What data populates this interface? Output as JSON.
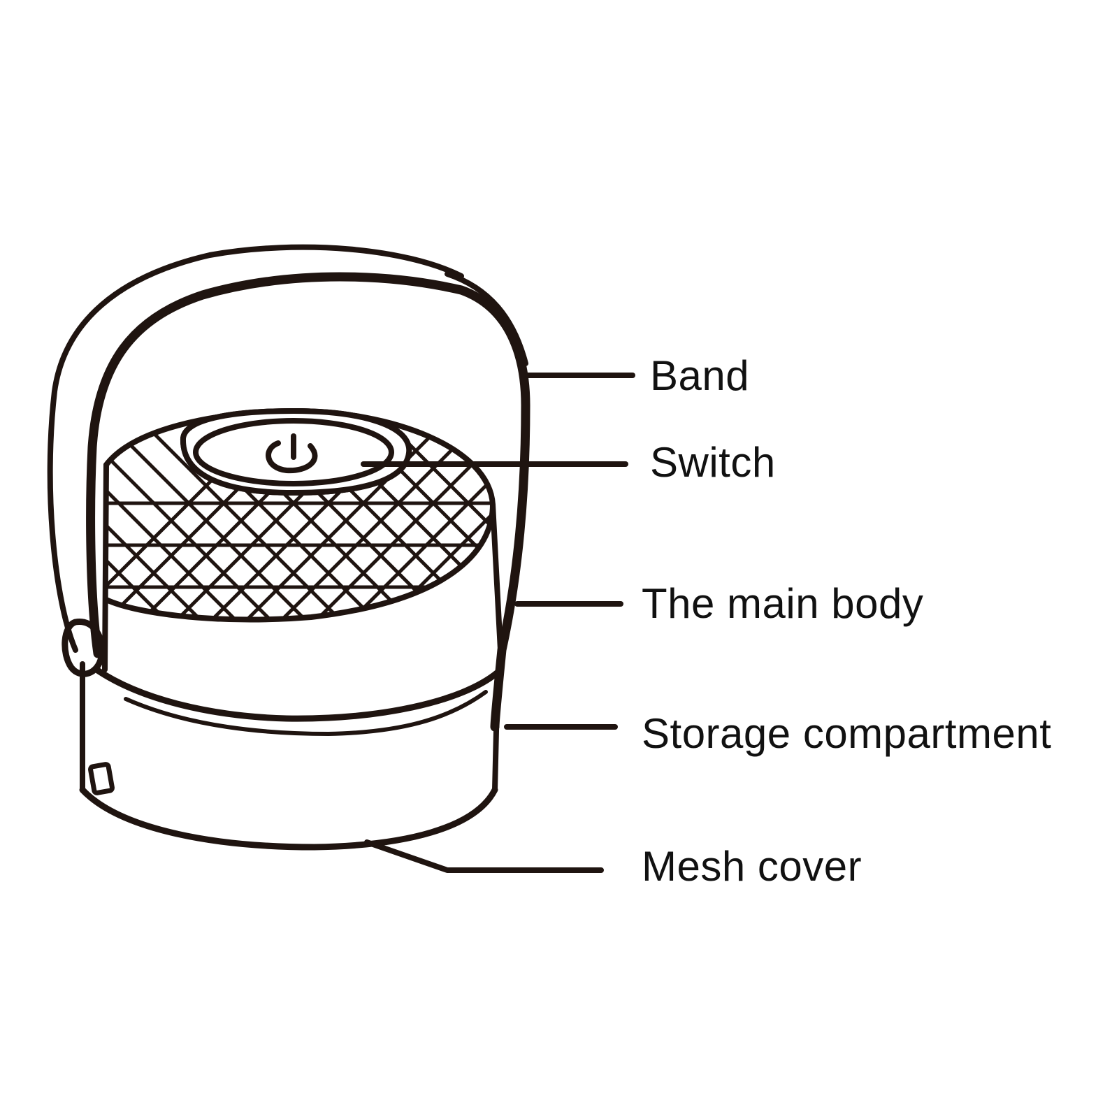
{
  "diagram": {
    "stroke_color": "#1f1410",
    "labels": {
      "band": "Band",
      "switch": "Switch",
      "main_body": "The main body",
      "storage_compartment": "Storage compartment",
      "mesh_cover": "Mesh cover"
    }
  }
}
